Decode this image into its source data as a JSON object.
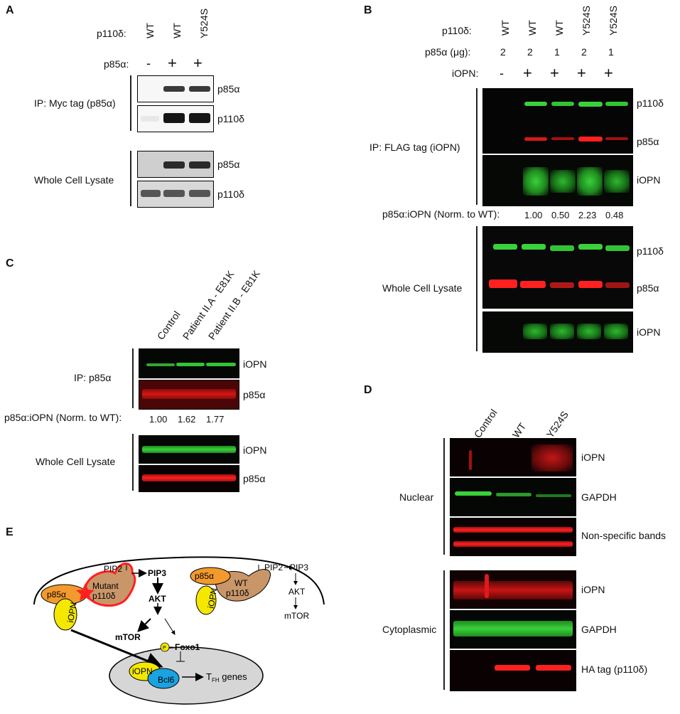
{
  "panelA": {
    "letter": "A",
    "row_p110d": "p110δ:",
    "row_p85a": "p85α:",
    "lanes_p110d": [
      "WT",
      "WT",
      "Y524S"
    ],
    "lanes_p85a": [
      "-",
      "+",
      "+"
    ],
    "ip_label": "IP: Myc tag (p85α)",
    "wcl_label": "Whole Cell Lysate",
    "bands": [
      "p85α",
      "p110δ",
      "p85α",
      "p110δ"
    ]
  },
  "panelB": {
    "letter": "B",
    "row_p110d": "p110δ:",
    "row_p85a": "p85α (μg):",
    "row_iopn": "iOPN:",
    "lanes_p110d": [
      "WT",
      "WT",
      "WT",
      "Y524S",
      "Y524S"
    ],
    "lanes_p85a": [
      "2",
      "2",
      "1",
      "2",
      "1"
    ],
    "lanes_iopn": [
      "-",
      "+",
      "+",
      "+",
      "+"
    ],
    "ip_label": "IP: FLAG tag (iOPN)",
    "ratio_label": "p85α:iOPN (Norm. to WT):",
    "ratios": [
      "1.00",
      "0.50",
      "2.23",
      "0.48"
    ],
    "wcl_label": "Whole Cell Lysate",
    "bands_ip": [
      "p110δ",
      "p85α",
      "iOPN"
    ],
    "bands_wcl": [
      "p110δ",
      "p85α",
      "iOPN"
    ]
  },
  "panelC": {
    "letter": "C",
    "lanes": [
      "Control",
      "Patient II.A - E81K",
      "Patient II.B - E81K"
    ],
    "ip_label": "IP: p85α",
    "ratio_label": "p85α:iOPN (Norm. to WT):",
    "ratios": [
      "1.00",
      "1.62",
      "1.77"
    ],
    "wcl_label": "Whole Cell Lysate",
    "bands": [
      "iOPN",
      "p85α",
      "iOPN",
      "p85α"
    ]
  },
  "panelD": {
    "letter": "D",
    "lanes": [
      "Control",
      "WT",
      "Y524S"
    ],
    "nuclear_label": "Nuclear",
    "cyto_label": "Cytoplasmic",
    "bands_nuclear": [
      "iOPN",
      "GAPDH",
      "Non-specific bands"
    ],
    "bands_cyto": [
      "iOPN",
      "GAPDH",
      "HA tag (p110δ)"
    ]
  },
  "panelE": {
    "letter": "E",
    "pip2_left": "PIP2",
    "pip3_left": "PIP3",
    "akt_left": "AKT",
    "mtor_left": "mTOR",
    "foxo1": "Foxo1",
    "p_circle": "P",
    "p85a_left": "p85α",
    "mutant_line1": "Mutant",
    "mutant_line2": "p110δ",
    "iopn_left": "iOPN",
    "p85a_right": "p85α",
    "wt_line1": "WT",
    "wt_line2": "p110δ",
    "iopn_right": "iOPN",
    "pip2_right": "PIP2",
    "pip3_right": "PIP3",
    "akt_right": "AKT",
    "mtor_right": "mTOR",
    "iopn_nucleus": "iOPN",
    "bcl6": "Bcl6",
    "tfh_main": "T",
    "tfh_sub": "FH",
    "tfh_genes": " genes"
  },
  "colors": {
    "green": "#3ad13a",
    "red": "#ff2020",
    "black": "#000000",
    "orange": "#f29a2e",
    "tan": "#c9966a",
    "yellow": "#f5e800",
    "blue": "#1aa3e0",
    "gray": "#d6d6d6"
  }
}
